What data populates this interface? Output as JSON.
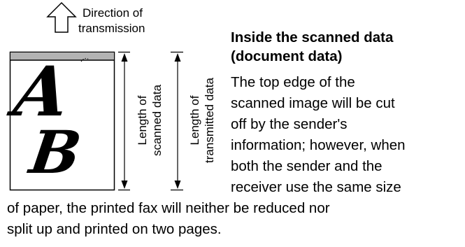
{
  "diagram": {
    "direction_label": [
      "Direction of",
      "transmission"
    ],
    "scanned_length_label": [
      "Length of",
      "scanned data"
    ],
    "transmitted_length_label": [
      "Length of",
      "transmitted data"
    ],
    "letters": [
      "A",
      "B"
    ]
  },
  "text": {
    "heading_lines": [
      "Inside the scanned data",
      "(document data)"
    ],
    "body_lines": [
      "The top edge of the",
      "scanned image will be cut",
      "off by the sender's",
      "information; however, when",
      "both the sender and the",
      "receiver use the same size",
      "of paper, the printed fax will neither be reduced nor",
      "split up and printed on two pages."
    ]
  },
  "colors": {
    "header_strip": "#b3b3b3",
    "lines": "#000000"
  }
}
